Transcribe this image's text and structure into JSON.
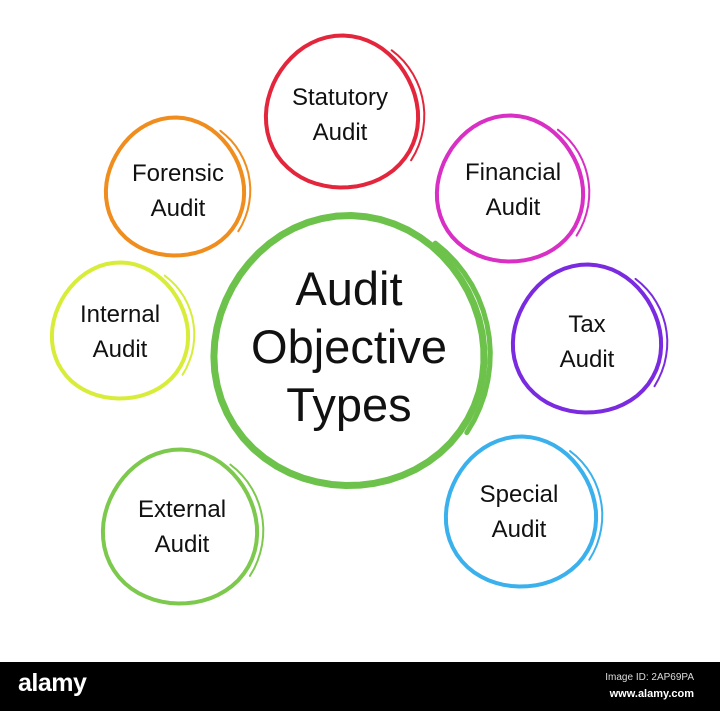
{
  "center": {
    "lines": [
      "Audit",
      "Objective",
      "Types"
    ],
    "color": "#6cc24a"
  },
  "nodes": [
    {
      "id": "statutory",
      "lines": [
        "Statutory",
        "Audit"
      ],
      "color": "#e3263c"
    },
    {
      "id": "financial",
      "lines": [
        "Financial",
        "Audit"
      ],
      "color": "#d82fc4"
    },
    {
      "id": "tax",
      "lines": [
        "Tax",
        "Audit"
      ],
      "color": "#7a2be0"
    },
    {
      "id": "special",
      "lines": [
        "Special",
        "Audit"
      ],
      "color": "#3ab0ec"
    },
    {
      "id": "external",
      "lines": [
        "External",
        "Audit"
      ],
      "color": "#7cc94e"
    },
    {
      "id": "internal",
      "lines": [
        "Internal",
        "Audit"
      ],
      "color": "#d8ec3a"
    },
    {
      "id": "forensic",
      "lines": [
        "Forensic",
        "Audit"
      ],
      "color": "#ef8d1e"
    }
  ],
  "footer": {
    "logo": "alamy",
    "image_id": "Image ID: 2AP69PA",
    "url": "www.alamy.com"
  }
}
